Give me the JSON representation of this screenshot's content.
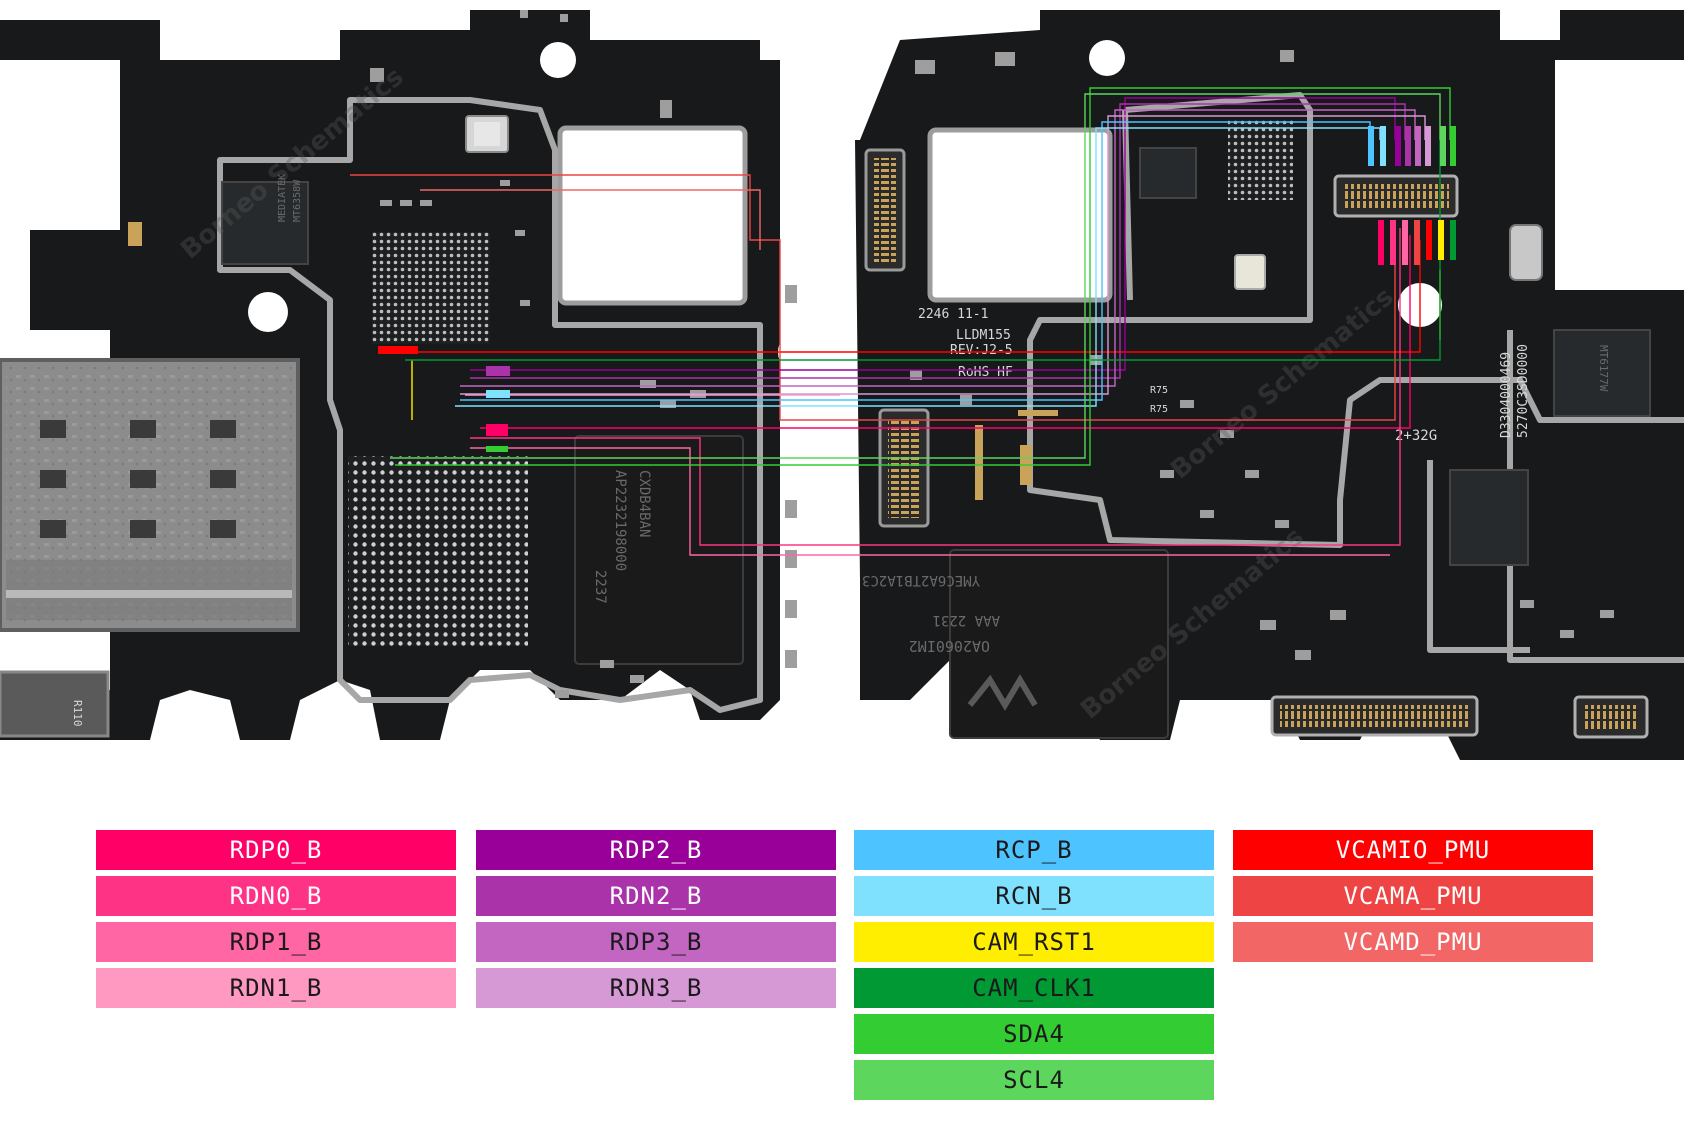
{
  "board": {
    "left_panel": {
      "chips": {
        "pmic": [
          "MEDIATEK",
          "MT6358W"
        ],
        "nand": [
          "CXDB4BAN",
          "AP2232198000",
          "2237"
        ]
      }
    },
    "right_panel": {
      "silkscreen": {
        "date_code": "2246 11-1",
        "model": "LLDM155",
        "revision": "REV:J2-5",
        "rohs": "RoHS HF",
        "serial_1": "D3304000469",
        "serial_2": "5270C3SD0000",
        "cap_mark": "2+32G"
      },
      "resistors": [
        "R75",
        "R75"
      ],
      "chips": {
        "emmc": [
          "YMEC6A2TB1A2C3",
          "OA2060IM2",
          "AAA 2231"
        ],
        "small_ic": [
          "MT6177W"
        ]
      }
    },
    "watermark": "Borneo Schematics"
  },
  "legend": {
    "columns": [
      [
        {
          "label": "RDP0_B",
          "bg": "#ff0066",
          "fg": "#ffffff"
        },
        {
          "label": "RDN0_B",
          "bg": "#ff3385",
          "fg": "#ffffff"
        },
        {
          "label": "RDP1_B",
          "bg": "#ff66a3",
          "fg": "#1a1a1a"
        },
        {
          "label": "RDN1_B",
          "bg": "#ff99c2",
          "fg": "#1a1a1a"
        }
      ],
      [
        {
          "label": "RDP2_B",
          "bg": "#990099",
          "fg": "#ffffff"
        },
        {
          "label": "RDN2_B",
          "bg": "#aa33aa",
          "fg": "#ffffff"
        },
        {
          "label": "RDP3_B",
          "bg": "#c266c2",
          "fg": "#1a1a1a"
        },
        {
          "label": "RDN3_B",
          "bg": "#d699d6",
          "fg": "#1a1a1a"
        }
      ],
      [
        {
          "label": "RCP_B",
          "bg": "#4dc3ff",
          "fg": "#1a1a1a"
        },
        {
          "label": "RCN_B",
          "bg": "#80e1ff",
          "fg": "#1a1a1a"
        },
        {
          "label": "CAM_RST1",
          "bg": "#ffee00",
          "fg": "#1a1a1a"
        },
        {
          "label": "CAM_CLK1",
          "bg": "#009933",
          "fg": "#1a1a1a"
        },
        {
          "label": "SDA4",
          "bg": "#33cc33",
          "fg": "#1a1a1a"
        },
        {
          "label": "SCL4",
          "bg": "#5cd65c",
          "fg": "#1a1a1a"
        }
      ],
      [
        {
          "label": "VCAMIO_PMU",
          "bg": "#ff0000",
          "fg": "#ffffff"
        },
        {
          "label": "VCAMA_PMU",
          "bg": "#ee4444",
          "fg": "#ffffff"
        },
        {
          "label": "VCAMD_PMU",
          "bg": "#f26666",
          "fg": "#ffffff"
        }
      ]
    ]
  }
}
